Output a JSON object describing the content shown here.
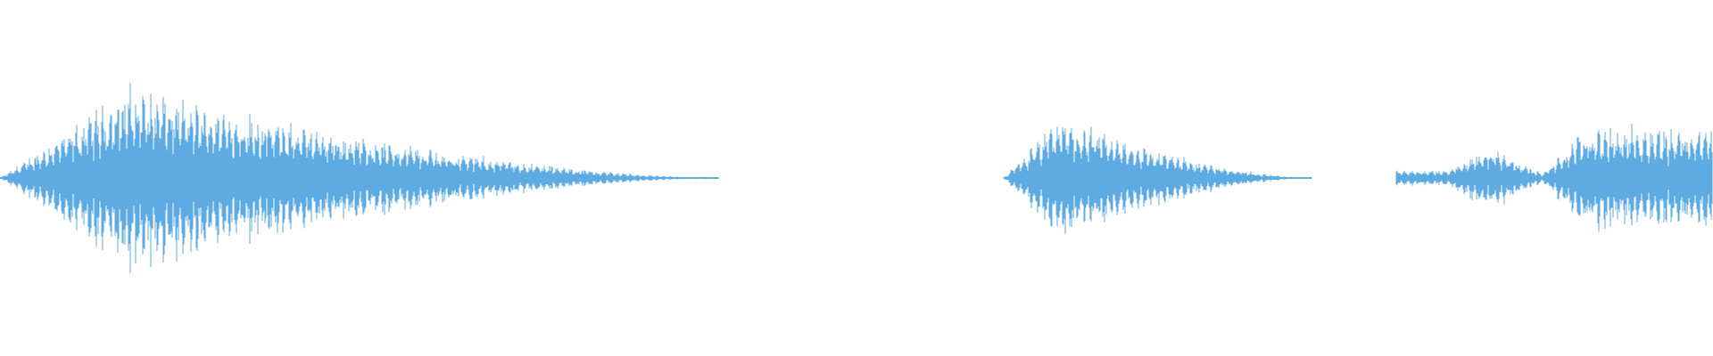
{
  "waveform": {
    "color": "#5dabe2",
    "background": "#ffffff",
    "segments": [
      {
        "start": 0.0,
        "end": 0.42,
        "peak": 0.6,
        "shape": "burst-decay"
      },
      {
        "start": 0.586,
        "end": 0.766,
        "peak": 0.4,
        "shape": "burst-decay"
      },
      {
        "start": 0.815,
        "end": 1.0,
        "peak": 0.35,
        "shape": "rise"
      }
    ]
  }
}
